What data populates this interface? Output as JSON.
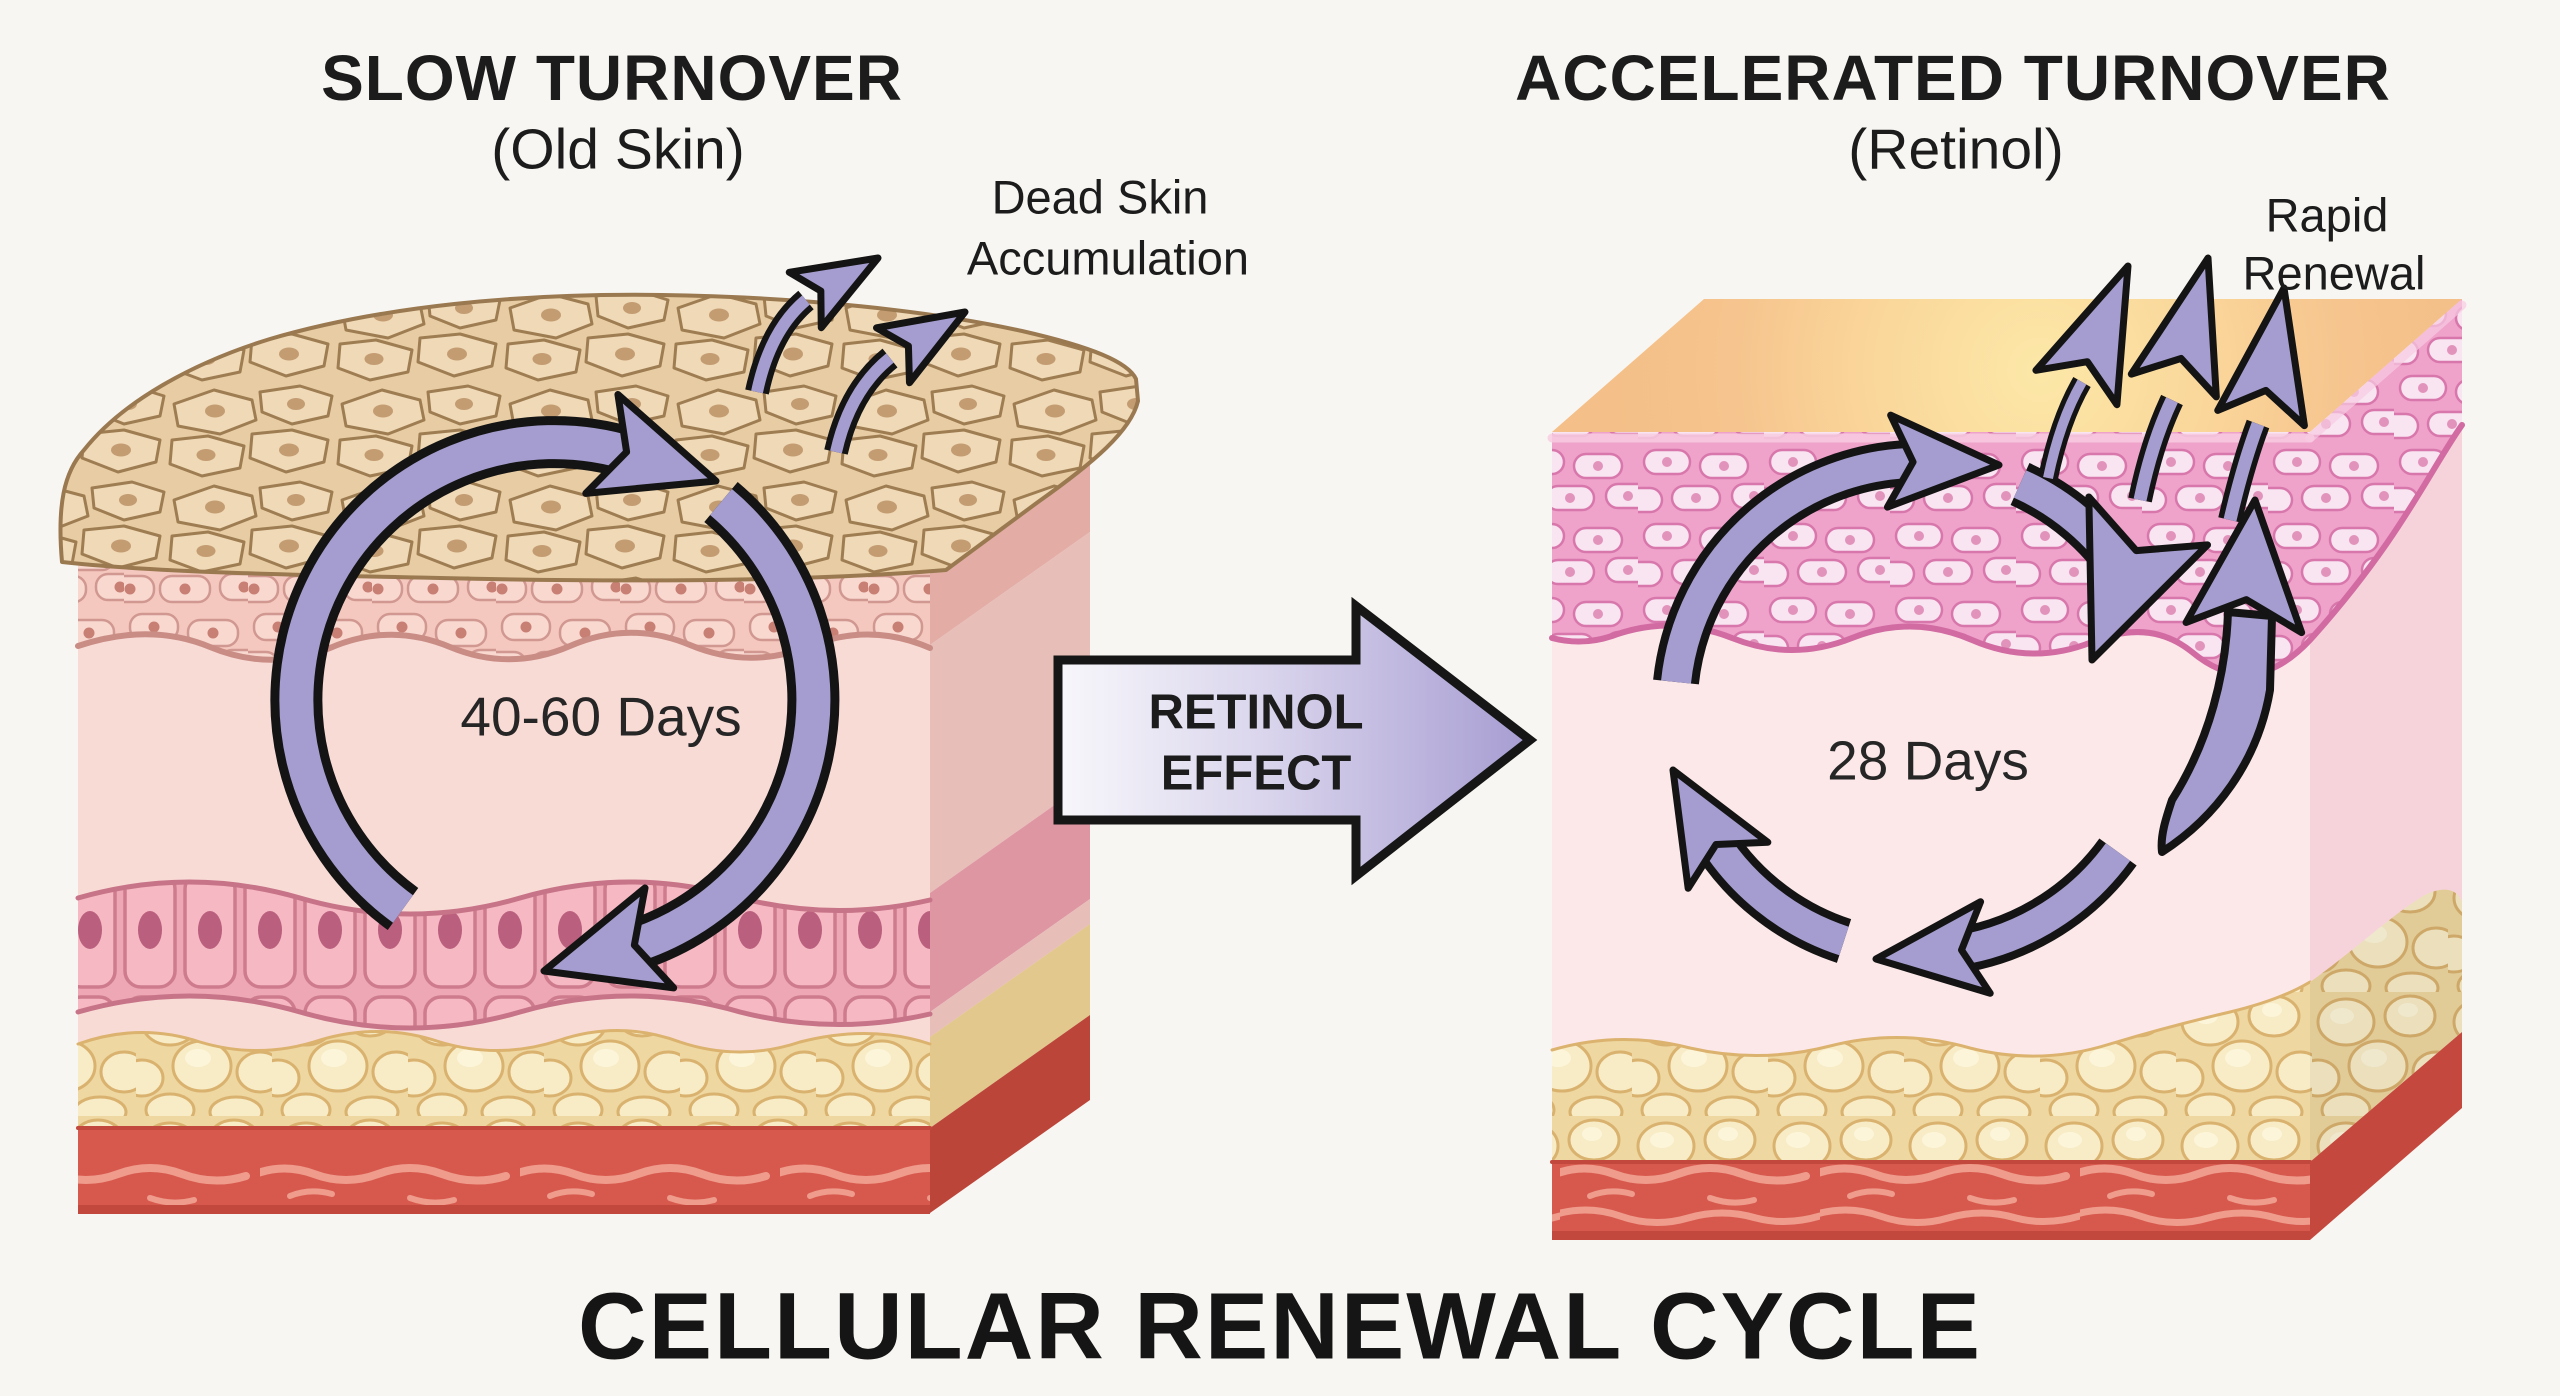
{
  "diagram_title": "CELLULAR RENEWAL CYCLE",
  "left_panel": {
    "title": "SLOW TURNOVER",
    "subtitle": "(Old Skin)",
    "annotation": {
      "line1": "Dead Skin",
      "line2": "Accumulation"
    },
    "cycle_label": "40-60 Days"
  },
  "transition_arrow": {
    "line1": "RETINOL",
    "line2": "EFFECT"
  },
  "right_panel": {
    "title": "ACCELERATED TURNOVER",
    "subtitle": "(Retinol)",
    "annotation": {
      "line1": "Rapid",
      "line2": "Renewal"
    },
    "cycle_label": "28 Days"
  },
  "colors": {
    "background": "#f8f6f2",
    "text": "#1c1c1c",
    "arrow_lavender": "#a59dcf",
    "arrow_outline": "#141414",
    "dead_skin_beige": "#e8cda4",
    "epidermis_pink_left": "#f5c8bf",
    "epidermis_pink_right": "#efa2ca",
    "dermis_left": "#f9dbd6",
    "dermis_right": "#fce8e9",
    "fat_yellow": "#eed7a0",
    "muscle_red": "#d7594d",
    "surface_orange": "#f5c18b",
    "surface_glow": "#fce8a8"
  }
}
